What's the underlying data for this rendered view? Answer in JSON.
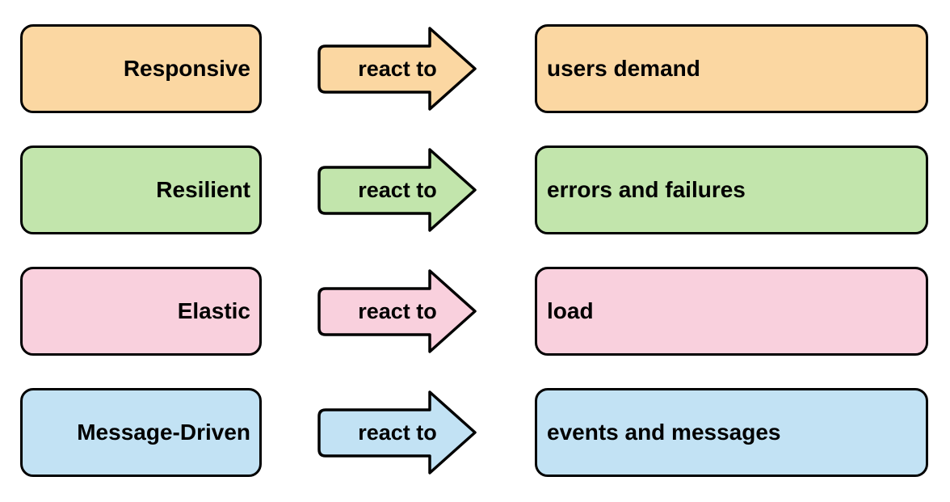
{
  "diagram": {
    "title_semantic": "reactive-traits-react-to-diagram",
    "background_color": "#ffffff",
    "outline_color": "#000000",
    "text_color": "#000000",
    "arrow_label": "react to",
    "rows": [
      {
        "trait": "Responsive",
        "target": "users demand",
        "color": "#FBD7A2"
      },
      {
        "trait": "Resilient",
        "target": "errors and failures",
        "color": "#C2E5AC"
      },
      {
        "trait": "Elastic",
        "target": "load",
        "color": "#F9D0DD"
      },
      {
        "trait": "Message-Driven",
        "target": "events and messages",
        "color": "#C2E2F4"
      }
    ]
  }
}
